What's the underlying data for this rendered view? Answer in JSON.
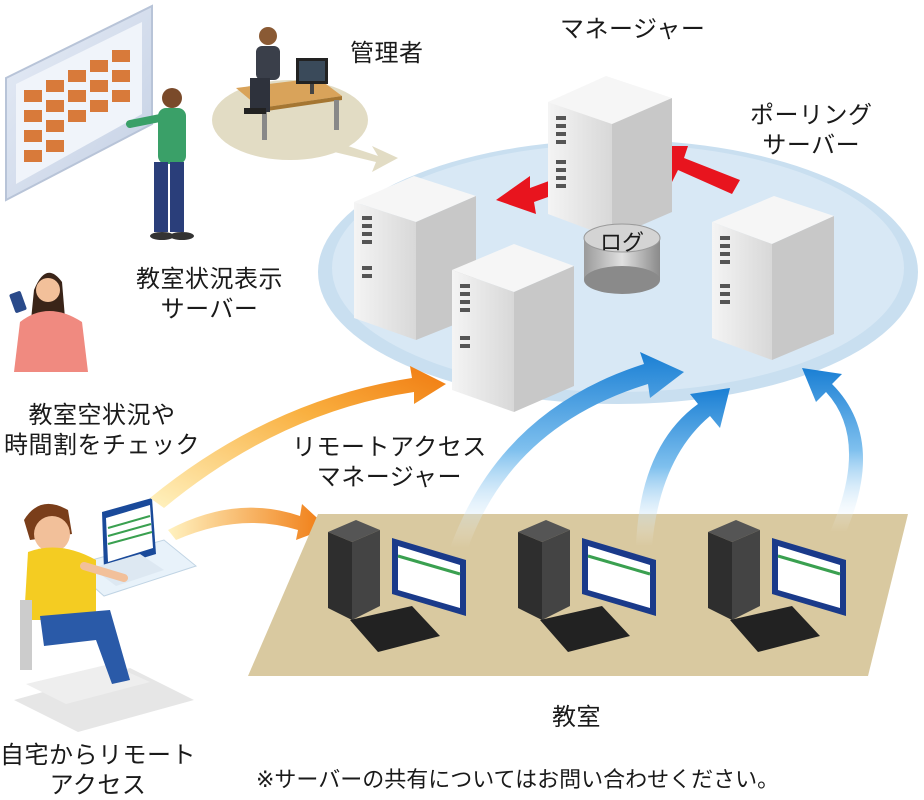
{
  "labels": {
    "admin": "管理者",
    "manager": "マネージャー",
    "polling_line1": "ポーリング",
    "polling_line2": "サーバー",
    "status_display_line1": "教室状況表示",
    "status_display_line2": "サーバー",
    "log": "ログ",
    "check_line1": "教室空状況や",
    "check_line2": "時間割をチェック",
    "remote_manager_line1": "リモートアクセス",
    "remote_manager_line2": "マネージャー",
    "classroom": "教室",
    "home_line1": "自宅からリモート",
    "home_line2": "アクセス"
  },
  "footnote": "※サーバーの共有についてはお問い合わせください。",
  "colors": {
    "platform": "#c9dff0",
    "floor": "#d9c9a0",
    "red_arrow": "#e8141e",
    "blue_arrow": "#1a7fd4",
    "orange_arrow": "#f07a10",
    "server_body": "#e8e8e8",
    "screen_green": "#3aa050"
  }
}
